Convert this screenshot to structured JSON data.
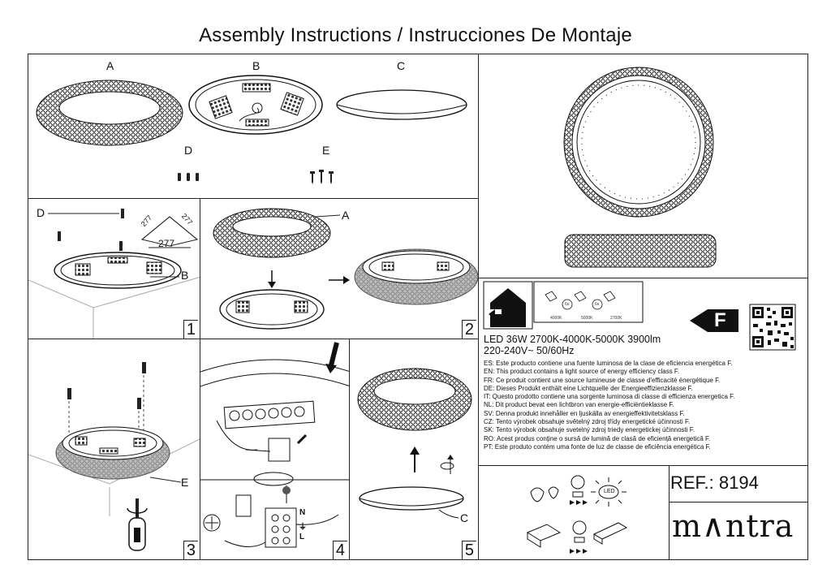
{
  "title": "Assembly Instructions / Instrucciones De Montaje",
  "parts": {
    "a": "A",
    "b": "B",
    "c": "C",
    "d": "D",
    "e": "E"
  },
  "steps": {
    "s1": "1",
    "s2": "2",
    "s3": "3",
    "s4": "4",
    "s5": "5"
  },
  "dimensions": {
    "d1": "277",
    "d2": "277",
    "d3": "277"
  },
  "terminal": {
    "n": "N",
    "ground": "⏚",
    "l": "L"
  },
  "kelvin": {
    "k1": "4000K",
    "k2": "5000K",
    "k3": "2700K"
  },
  "switch_time": "6s",
  "led_label": "LED",
  "energy_class": "F",
  "spec": {
    "line1": "LED 36W 2700K-4000K-5000K 3900lm",
    "line2": "220-240V~ 50/60Hz"
  },
  "energy_statements": [
    "ES: Este producto contiene una fuente luminosa de la clase de eficiencia energética F.",
    "EN: This product contains a light source of energy efficiency class F.",
    "FR: Ce produit contient une source lumineuse de classe d'efficacité énergétique F.",
    "DE: Dieses Produkt enthält eine Lichtquelle der Energieeffizienzklasse F.",
    "IT: Questo prodotto contiene una sorgente luminosa di classe di efficienza energetica F.",
    "NL: Dit product bevat een lichtbron van energie-efficiëntieklasse F.",
    "SV: Denna produkt innehåller en ljuskälla av energieffektivitetsklass F.",
    "CZ: Tento výrobek obsahuje světelný zdroj třídy energetické účinnosti F.",
    "SK: Tento výrobok obsahuje svetelný zdroj triedy energetickej účinnosti F.",
    "RO: Acest produs conține o sursă de lumină de clasă de eficiență energetică F.",
    "PT: Este produto contém uma fonte de luz de classe de eficiência energética F."
  ],
  "ref": "REF.: 8194",
  "brand": "m∧ntra",
  "colors": {
    "line": "#222222",
    "brand_accent": "#e8c000"
  }
}
